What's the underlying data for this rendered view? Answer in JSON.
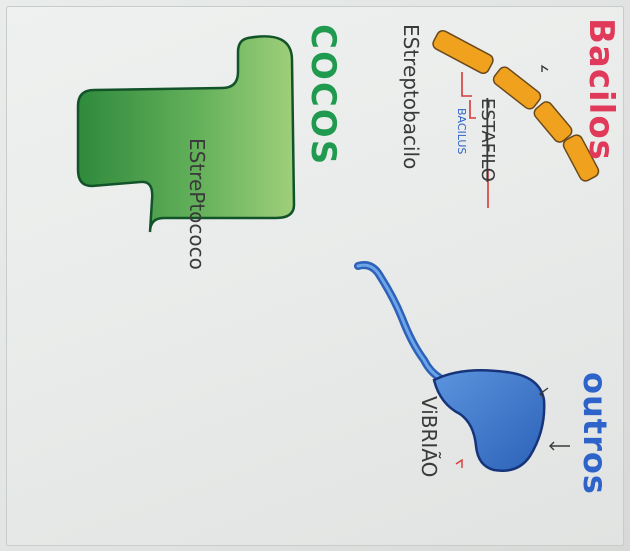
{
  "labels": {
    "bacilos": "Bacilos",
    "cocos": "COCOS",
    "outros": "outros",
    "estreptobacilo": "EStreptobacilo",
    "estafilo": "ESTAFILO",
    "bacilus": "BACILUS",
    "estreptococo": "EStrePtococo",
    "vibriao": "ViBRIÃO"
  },
  "colors": {
    "bacilos_title": "#e0395a",
    "cocos_title": "#1f9a4e",
    "outros_title": "#2e63c9",
    "bacillus_body": "#f0a21e",
    "coccus_body": "#3e9b48",
    "vibrio_body": "#3b78cf",
    "ink": "#3a3a3a",
    "arrow_red": "#d43a3a"
  }
}
